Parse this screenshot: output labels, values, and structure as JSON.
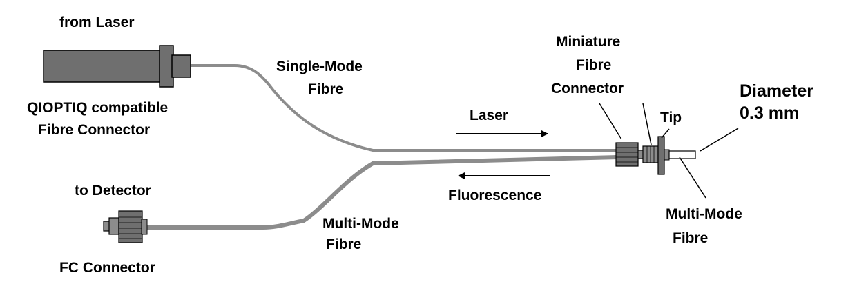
{
  "labels": {
    "from_laser": "from Laser",
    "qioptiq_line1": "QIOPTIQ compatible",
    "qioptiq_line2": "Fibre Connector",
    "single_mode_line1": "Single-Mode",
    "single_mode_line2": "Fibre",
    "miniature_line1": "Miniature",
    "miniature_line2": "Fibre",
    "miniature_line3": "Connector",
    "diameter_line1": "Diameter",
    "diameter_line2": "0.3 mm",
    "tip": "Tip",
    "laser": "Laser",
    "fluorescence": "Fluorescence",
    "to_detector": "to Detector",
    "fc_connector": "FC Connector",
    "multi_mode_left_line1": "Multi-Mode",
    "multi_mode_left_line2": "Fibre",
    "multi_mode_right_line1": "Multi-Mode",
    "multi_mode_right_line2": "Fibre"
  },
  "colors": {
    "single_mode_fibre": "#8c8c8c",
    "multi_mode_fibre": "#8c8c8c",
    "connector_body": "#6f6f6f",
    "outline": "#000000",
    "background": "#ffffff"
  }
}
